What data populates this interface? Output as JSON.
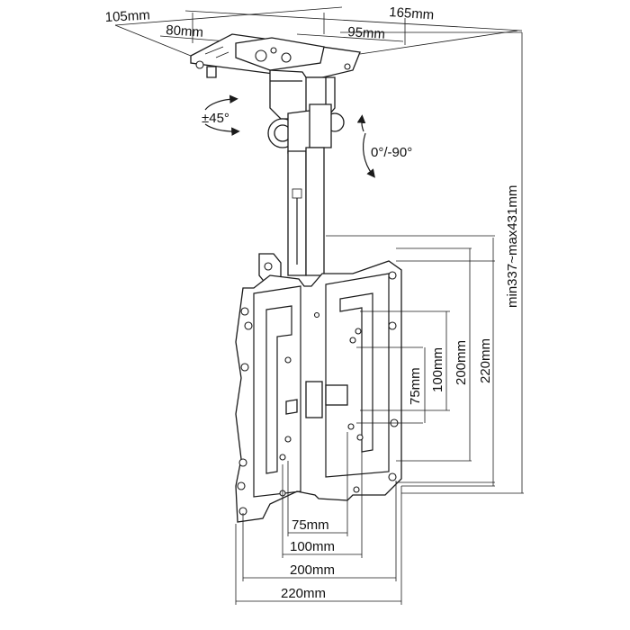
{
  "top_dimensions": {
    "d105": "105mm",
    "d80": "80mm",
    "d95": "95mm",
    "d165": "165mm"
  },
  "rotation": {
    "swivel": "±45°",
    "tilt": "0°/-90°"
  },
  "height_range": "min337~max431mm",
  "plate_vertical": {
    "v75": "75mm",
    "v100": "100mm",
    "v200": "200mm",
    "v220": "220mm"
  },
  "plate_horizontal": {
    "h75": "75mm",
    "h100": "100mm",
    "h200": "200mm",
    "h220": "220mm"
  }
}
